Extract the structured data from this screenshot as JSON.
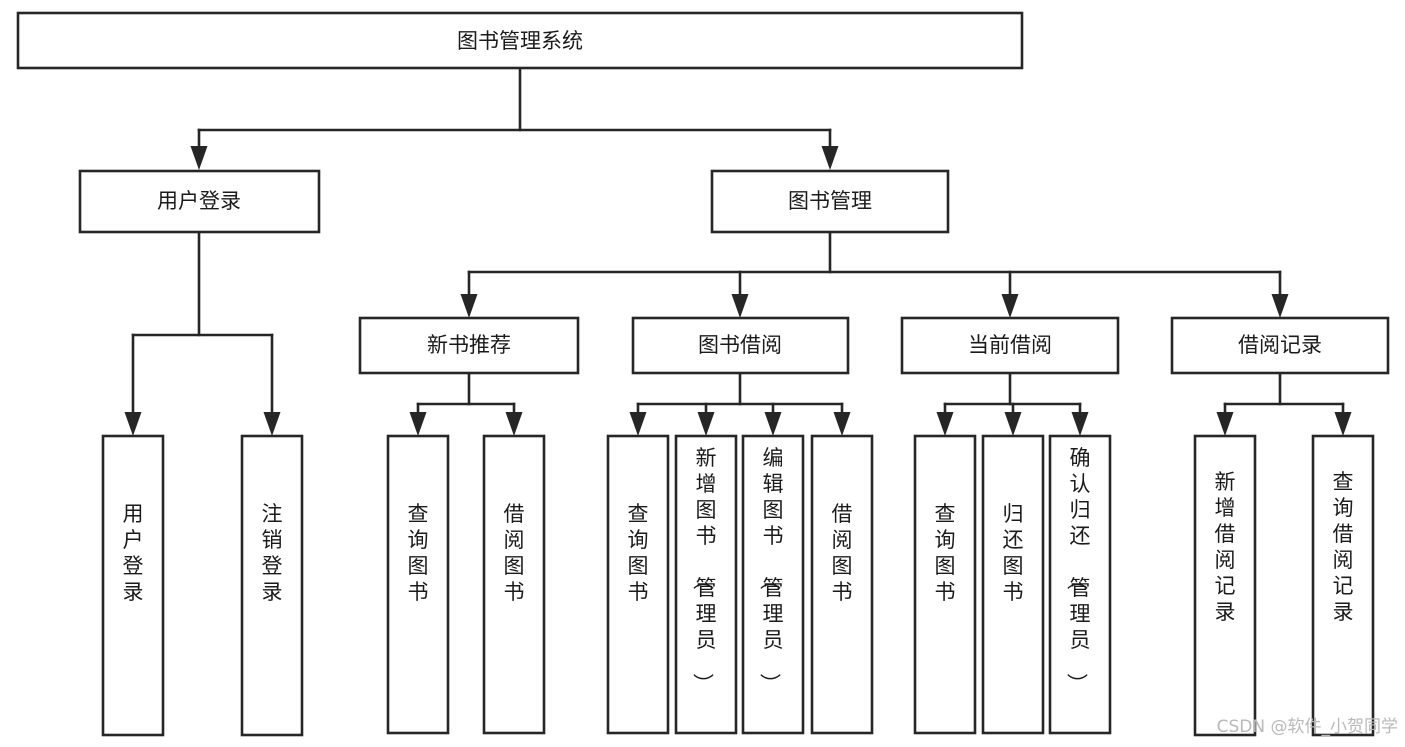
{
  "diagram": {
    "title": "图书管理系统",
    "type": "hierarchy-tree",
    "orientation": "top-down",
    "colors": {
      "stroke": "#262626",
      "fill": "#ffffff",
      "text": "#1b1b1b",
      "watermark": "#b9b9b9",
      "background": "#ffffff"
    },
    "levels": 4
  },
  "nodes": {
    "root": {
      "label": "图书管理系统",
      "orientation": "horizontal",
      "level": 0
    },
    "l1": [
      {
        "id": "user-login",
        "label": "用户登录",
        "orientation": "horizontal",
        "level": 1
      },
      {
        "id": "book-manage",
        "label": "图书管理",
        "orientation": "horizontal",
        "level": 1
      }
    ],
    "l2": [
      {
        "id": "new-book-recommend",
        "label": "新书推荐",
        "orientation": "horizontal",
        "level": 2,
        "parent": "book-manage"
      },
      {
        "id": "book-borrow",
        "label": "图书借阅",
        "orientation": "horizontal",
        "level": 2,
        "parent": "book-manage"
      },
      {
        "id": "current-borrow",
        "label": "当前借阅",
        "orientation": "horizontal",
        "level": 2,
        "parent": "book-manage"
      },
      {
        "id": "borrow-record",
        "label": "借阅记录",
        "orientation": "horizontal",
        "level": 2,
        "parent": "book-manage"
      }
    ],
    "leaves": [
      {
        "id": "leaf-user-login",
        "label": "用户登录",
        "orientation": "vertical",
        "parent": "user-login"
      },
      {
        "id": "leaf-logout-login",
        "label": "注销登录",
        "orientation": "vertical",
        "parent": "user-login"
      },
      {
        "id": "leaf-query-book-1",
        "label": "查询图书",
        "orientation": "vertical",
        "parent": "new-book-recommend"
      },
      {
        "id": "leaf-borrow-book-1",
        "label": "借阅图书",
        "orientation": "vertical",
        "parent": "new-book-recommend"
      },
      {
        "id": "leaf-query-book-2",
        "label": "查询图书",
        "orientation": "vertical",
        "parent": "book-borrow"
      },
      {
        "id": "leaf-add-book",
        "label": "新增图书（管理员）",
        "orientation": "vertical",
        "parent": "book-borrow"
      },
      {
        "id": "leaf-edit-book",
        "label": "编辑图书（管理员）",
        "orientation": "vertical",
        "parent": "book-borrow"
      },
      {
        "id": "leaf-borrow-book-2",
        "label": "借阅图书",
        "orientation": "vertical",
        "parent": "book-borrow"
      },
      {
        "id": "leaf-query-book-3",
        "label": "查询图书",
        "orientation": "vertical",
        "parent": "current-borrow"
      },
      {
        "id": "leaf-return-book",
        "label": "归还图书",
        "orientation": "vertical",
        "parent": "current-borrow"
      },
      {
        "id": "leaf-confirm-return",
        "label": "确认归还（管理员）",
        "orientation": "vertical",
        "parent": "current-borrow"
      },
      {
        "id": "leaf-add-record",
        "label": "新增借阅记录",
        "orientation": "vertical",
        "parent": "borrow-record"
      },
      {
        "id": "leaf-query-record",
        "label": "查询借阅记录",
        "orientation": "vertical",
        "parent": "borrow-record"
      }
    ]
  },
  "watermark": {
    "text": "CSDN @软件_小贺同学"
  }
}
